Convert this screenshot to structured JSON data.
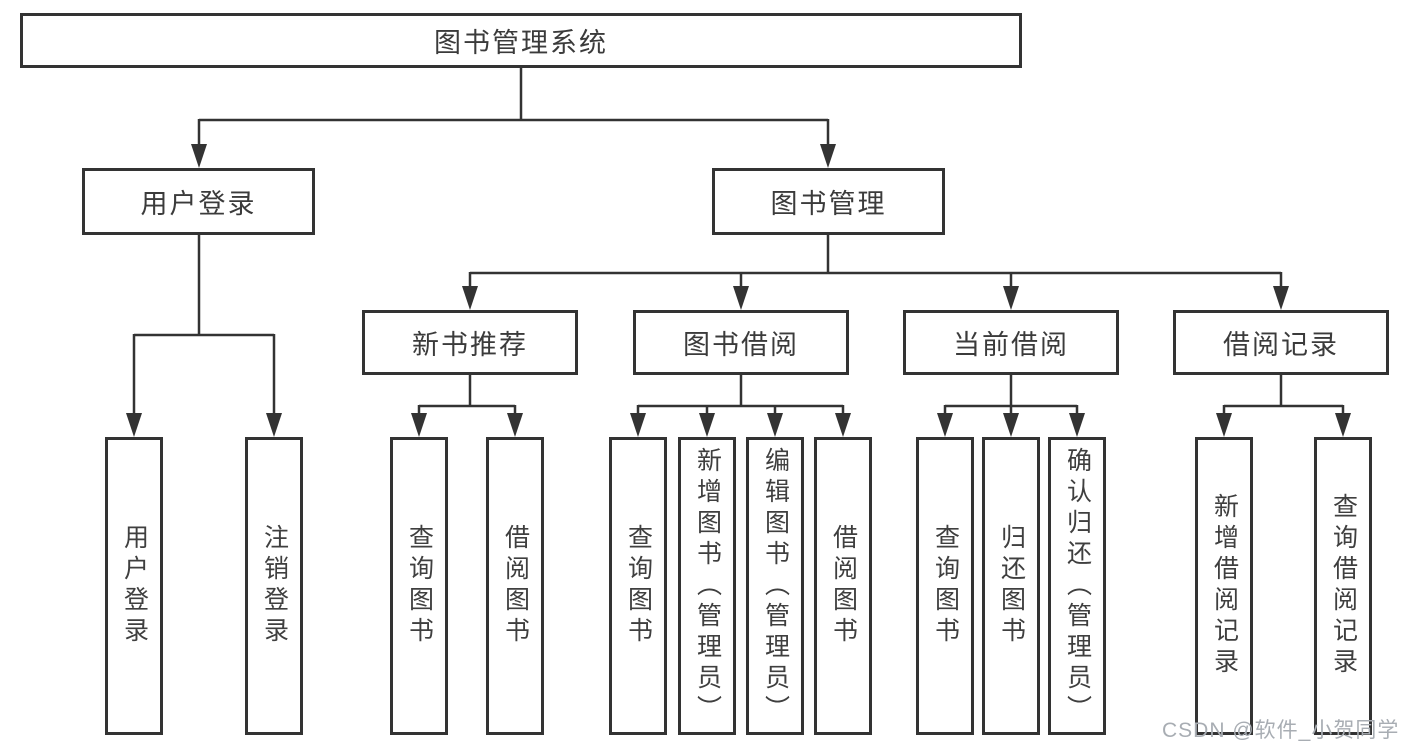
{
  "diagram": {
    "root": {
      "label": "图书管理系统"
    },
    "level2": [
      {
        "label": "用户登录"
      },
      {
        "label": "图书管理"
      }
    ],
    "level3": [
      {
        "label": "新书推荐"
      },
      {
        "label": "图书借阅"
      },
      {
        "label": "当前借阅"
      },
      {
        "label": "借阅记录"
      }
    ],
    "leaves": [
      {
        "label": "用户登录"
      },
      {
        "label": "注销登录"
      },
      {
        "label": "查询图书"
      },
      {
        "label": "借阅图书"
      },
      {
        "label": "查询图书"
      },
      {
        "label": "新增图书（管理员）"
      },
      {
        "label": "编辑图书（管理员）"
      },
      {
        "label": "借阅图书"
      },
      {
        "label": "查询图书"
      },
      {
        "label": "归还图书"
      },
      {
        "label": "确认归还（管理员）"
      },
      {
        "label": "新增借阅记录"
      },
      {
        "label": "查询借阅记录"
      }
    ]
  },
  "watermark": "CSDN @软件_小贺同学",
  "colors": {
    "line": "#333333",
    "box_border": "#333333",
    "box_fill": "#ffffff",
    "text": "#3b3b3b",
    "watermark": "#a8adb3",
    "background": "#ffffff"
  }
}
